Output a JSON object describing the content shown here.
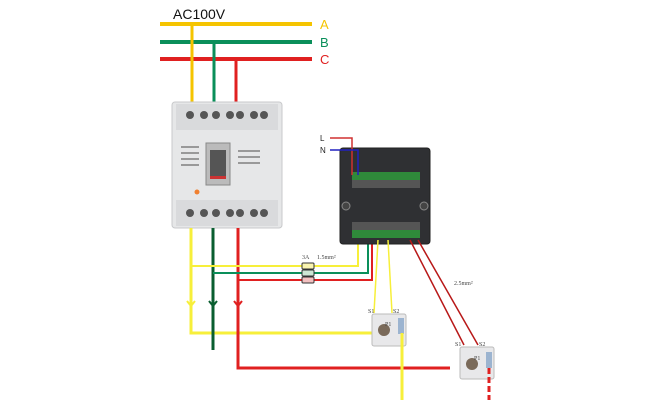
{
  "supply": {
    "voltage_label": "AC100V"
  },
  "phases": [
    {
      "name": "A",
      "color": "#f5c400"
    },
    {
      "name": "B",
      "color": "#0a8f5a"
    },
    {
      "name": "C",
      "color": "#e02020"
    }
  ],
  "aux": {
    "L_label": "L",
    "N_label": "N",
    "L_color": "#d03030",
    "N_color": "#2020c0"
  },
  "fuse": {
    "rating": "3A",
    "wire_size": "1.5mm²"
  },
  "ct_wire": {
    "size": "2.5mm²"
  },
  "ct1": {
    "s1": "S1",
    "s2": "S2",
    "p1": "P1"
  },
  "ct2": {
    "s1": "S1",
    "s2": "S2",
    "p1": "P1"
  },
  "colors": {
    "yellow_light": "#f7ef3a",
    "green_dark": "#0a5e30",
    "red_dark": "#b81818"
  }
}
